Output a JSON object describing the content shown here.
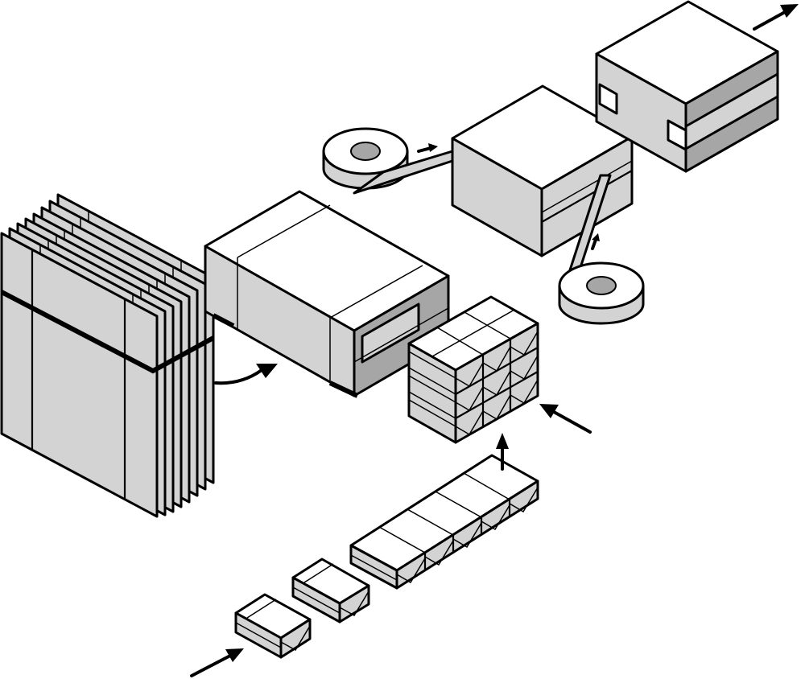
{
  "diagram": {
    "colors": {
      "face_light": "#ffffff",
      "face_side": "#d3d3d3",
      "face_dark": "#a6a6a6",
      "roll_core": "#a6a6a6",
      "stroke": "#000000"
    },
    "stages": [
      {
        "name": "single-package",
        "icon": "small-box-icon"
      },
      {
        "name": "double-package",
        "icon": "small-box-icon"
      },
      {
        "name": "package-row",
        "icon": "row-of-boxes-icon"
      },
      {
        "name": "package-stack",
        "icon": "stacked-boxes-icon"
      },
      {
        "name": "folding-sheets",
        "icon": "sheet-stack-icon"
      },
      {
        "name": "carton-sleeve",
        "icon": "open-carton-icon"
      },
      {
        "name": "wrapped-carton",
        "icon": "carton-icon"
      },
      {
        "name": "tape-rolls",
        "icon": "tape-roll-icon"
      },
      {
        "name": "finished-carton",
        "icon": "banded-carton-icon"
      }
    ]
  }
}
